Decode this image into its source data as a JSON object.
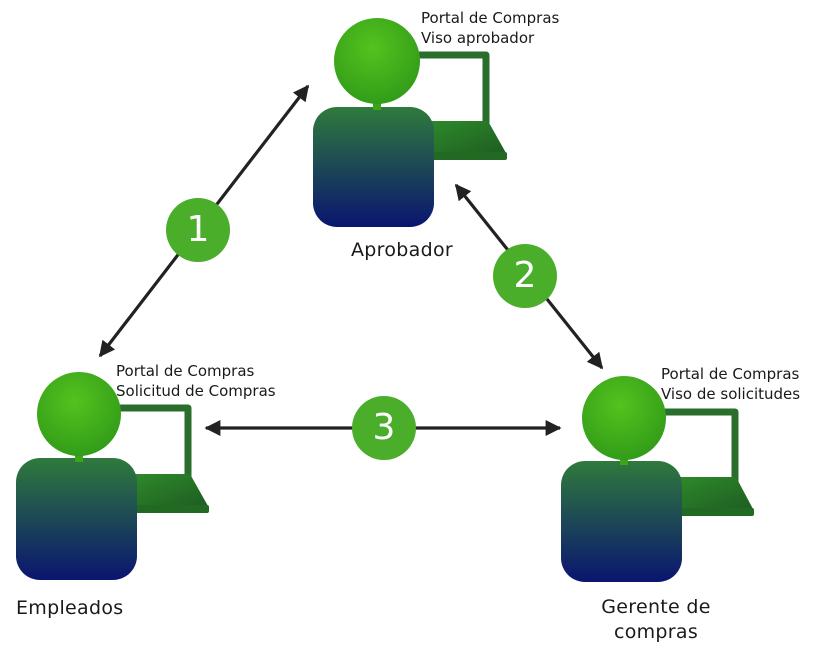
{
  "colors": {
    "head": "#3aa617",
    "body_top": "#2f7a3c",
    "body_bottom": "#0a1570",
    "laptop": "#2f8a2a",
    "laptop_dark": "#1e5e22",
    "step_circle": "#4aae2a",
    "arrow": "#222222"
  },
  "actors": {
    "approver": {
      "portal_line1": "Portal de Compras",
      "portal_line2": "Viso aprobador",
      "role": "Aprobador"
    },
    "employees": {
      "portal_line1": "Portal de Compras",
      "portal_line2": "Solicitud de Compras",
      "role": "Empleados"
    },
    "manager": {
      "portal_line1": "Portal de Compras",
      "portal_line2": "Viso de solicitudes",
      "role_line1": "Gerente de",
      "role_line2": "compras"
    }
  },
  "steps": [
    {
      "label": "1"
    },
    {
      "label": "2"
    },
    {
      "label": "3"
    }
  ]
}
